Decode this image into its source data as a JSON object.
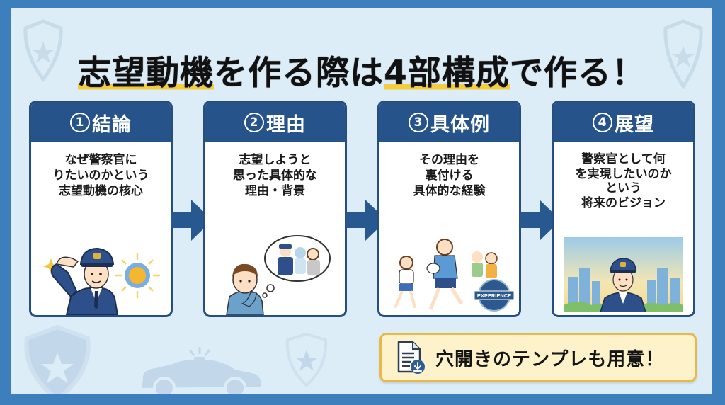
{
  "title": {
    "part1": "志望動機",
    "part2": "を作る際は",
    "part3": "4部構成",
    "part4": "で作る！"
  },
  "colors": {
    "border_blue": "#3d7fbd",
    "background": "#dcedf8",
    "card_header": "#26538a",
    "arrow": "#27588f",
    "highlight": "#f5cc3e",
    "template_bg": "#fdf2c9",
    "template_border": "#e8b84a"
  },
  "cards": [
    {
      "number": "1",
      "heading": "結論",
      "lines": [
        "なぜ警察官に",
        "りたいのかという",
        "志望動機の核心"
      ],
      "illustration": "saluting-police-officer"
    },
    {
      "number": "2",
      "heading": "理由",
      "lines": [
        "志望しようと",
        "思った具体的な",
        "理由・背景"
      ],
      "illustration": "thinking-person-with-thought-bubble"
    },
    {
      "number": "3",
      "heading": "具体例",
      "lines": [
        "その理由を",
        "裏付ける",
        "具体的な経験"
      ],
      "illustration": "kids-playing-rugby",
      "badge": "EXPERIENCE"
    },
    {
      "number": "4",
      "heading": "展望",
      "lines": [
        "警察官として何",
        "を実現したいのか",
        "という",
        "将来のビジョン"
      ],
      "illustration": "police-officer-city-sunrise"
    }
  ],
  "template_button": {
    "label": "穴開きのテンプレも用意！",
    "icon": "document-download-icon"
  }
}
